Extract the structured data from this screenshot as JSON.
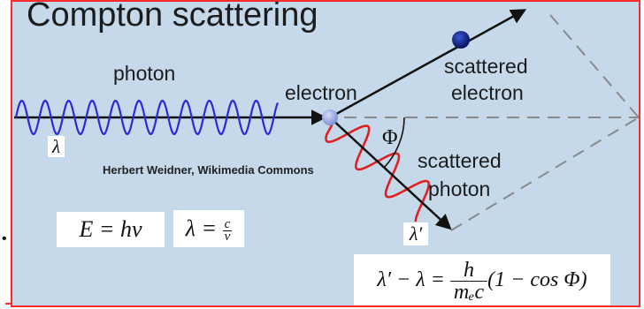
{
  "title": "Compton scattering",
  "labels": {
    "photon": "photon",
    "electron": "electron",
    "scattered_electron": [
      "scattered",
      "electron"
    ],
    "scattered_photon": [
      "scattered",
      "photon"
    ],
    "lambda": "λ",
    "lambda_prime": "λ′",
    "phi": "Φ"
  },
  "credit": "Herbert Weidner, Wikimedia Commons",
  "equations": {
    "energy_lhs": "E = hν",
    "wavelength_lhs": "λ = ",
    "wavelength_num": "c",
    "wavelength_den": "ν",
    "compton_lhs": "λ′ − λ = ",
    "compton_num": "h",
    "compton_den": "mₑc",
    "compton_rhs": "(1 − cos Φ)"
  },
  "colors": {
    "background": "#c5d9ea",
    "frame": "#ff2a2a",
    "incoming_wave": "#2a2ad8",
    "scattered_wave": "#e02020",
    "arrows": "#111111",
    "electron": "#0a1a80",
    "electron_target": "#9aa8e0",
    "dashed": "#8a8a8a"
  },
  "bullet": "•"
}
